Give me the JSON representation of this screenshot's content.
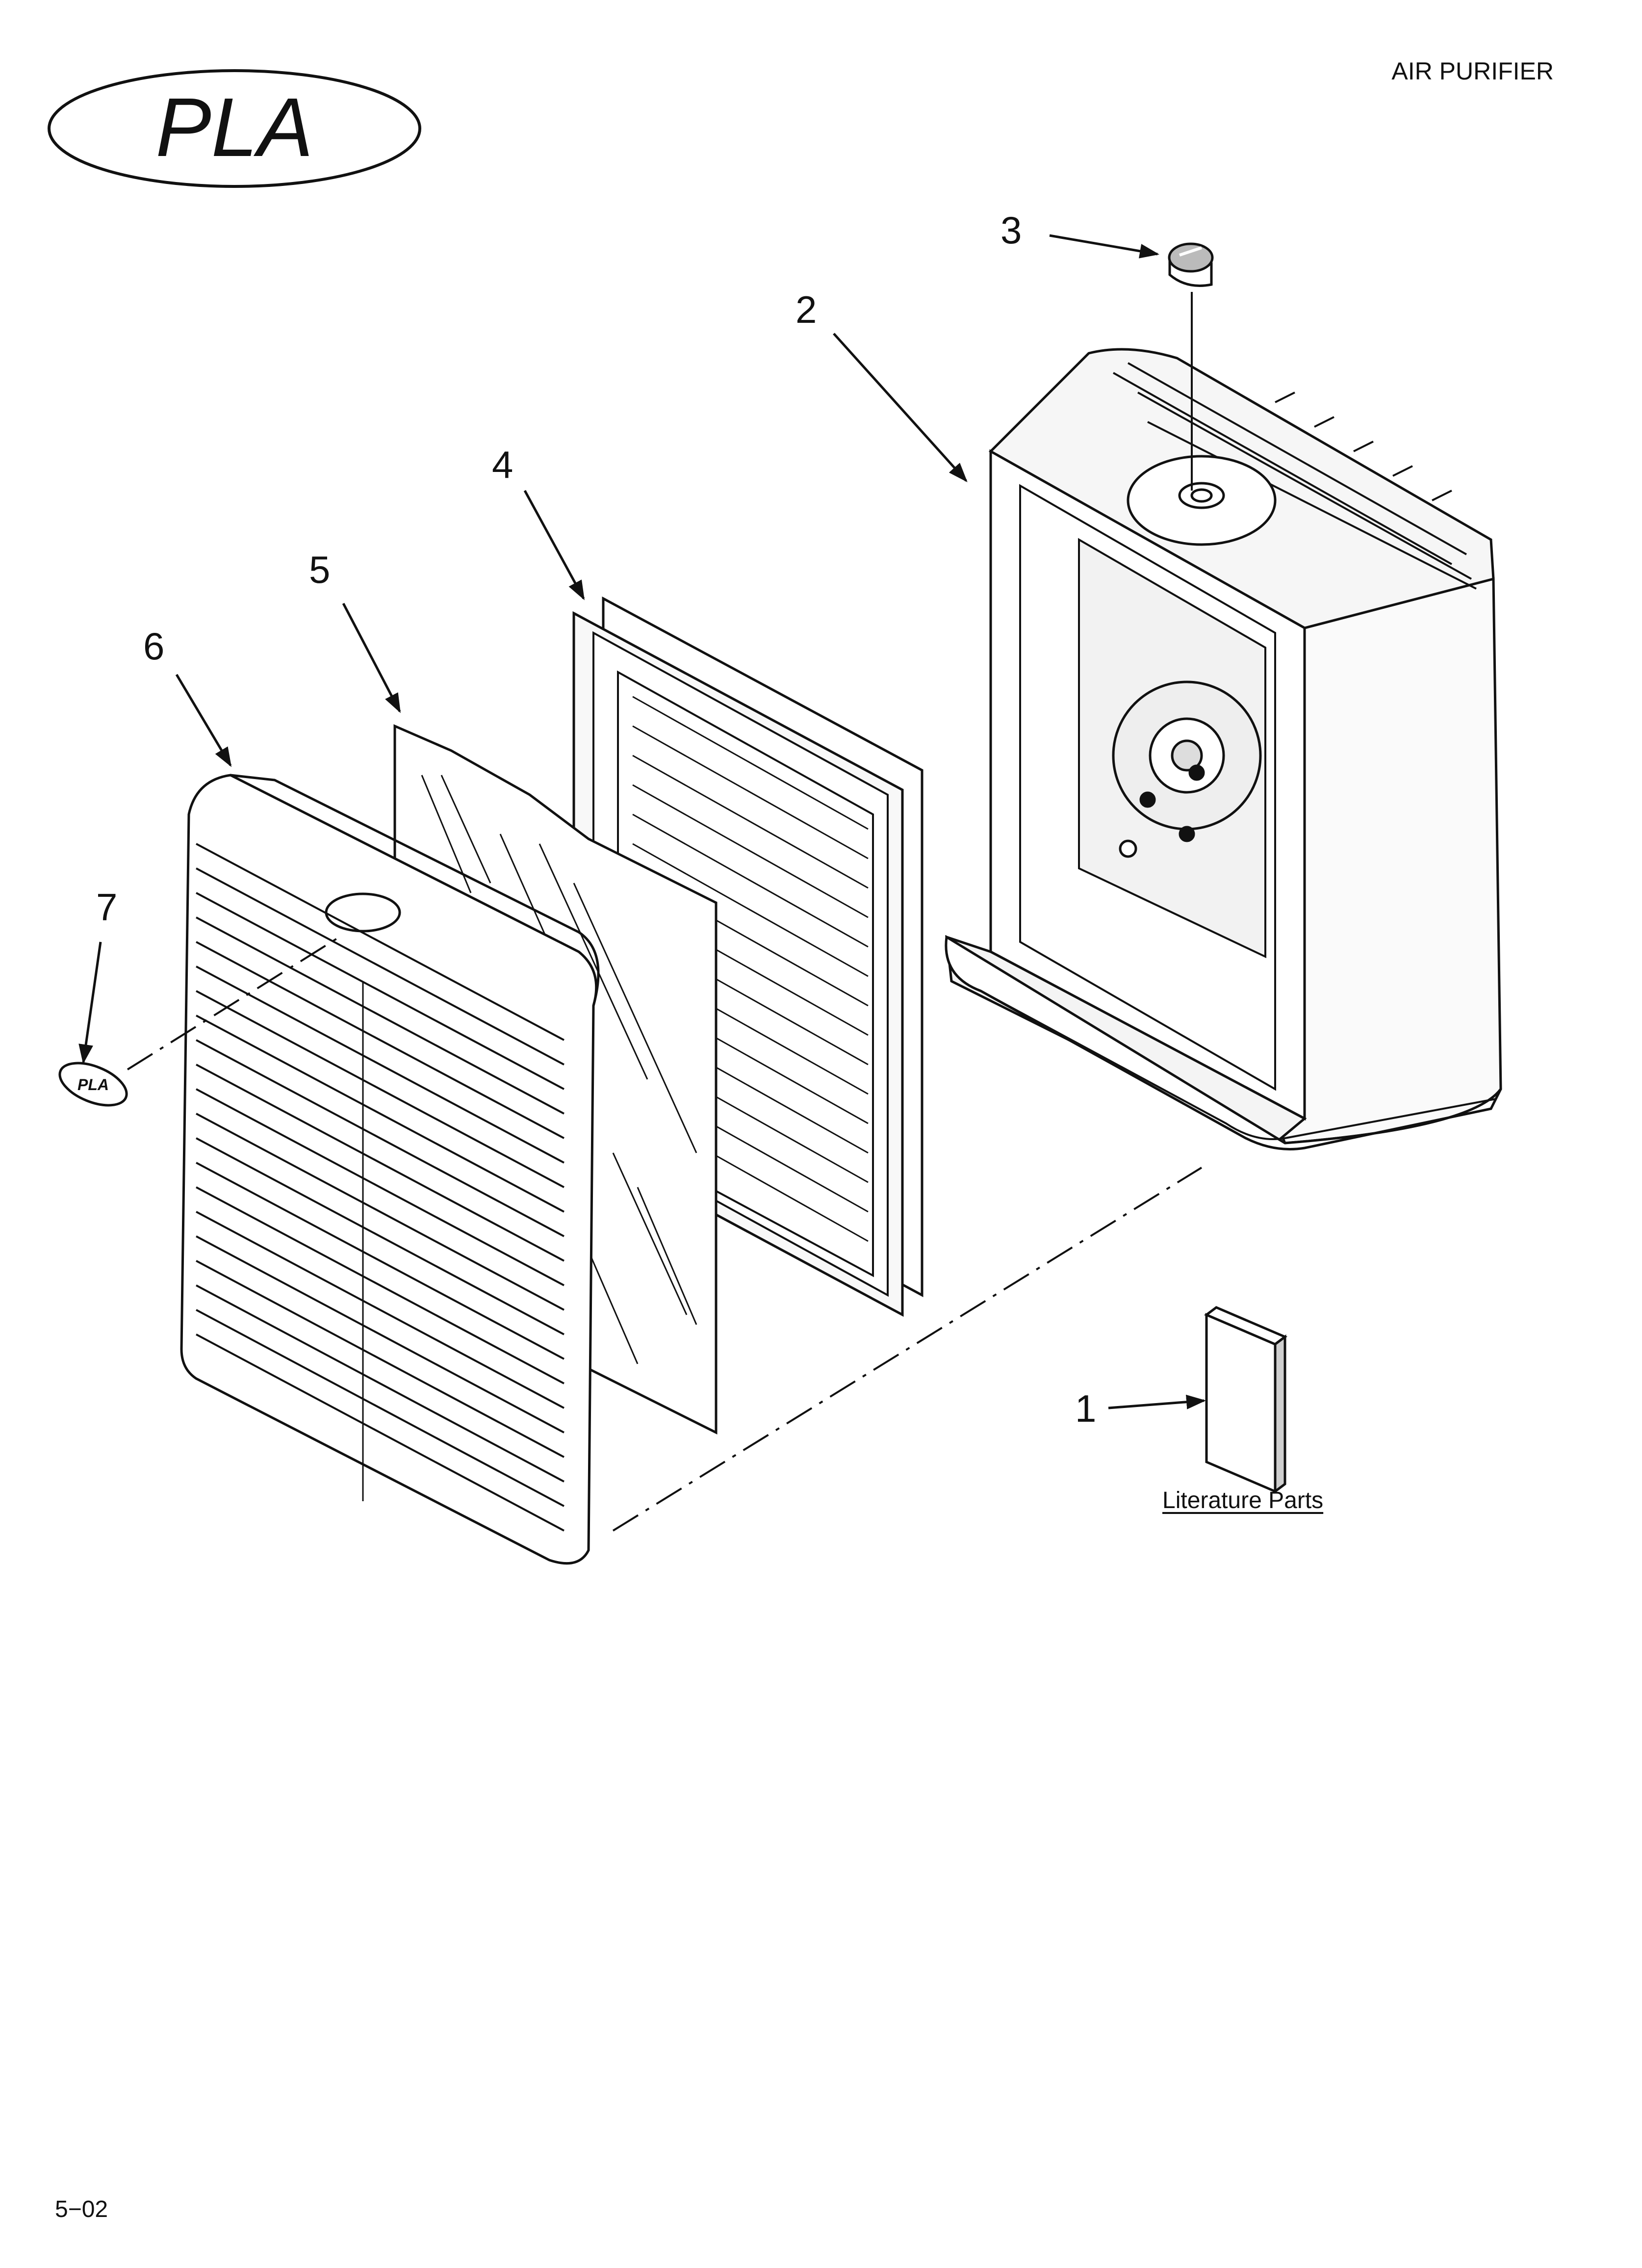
{
  "header": {
    "title": "AIR PURIFIER",
    "brand_logo_text": "PLA"
  },
  "callouts": [
    {
      "id": "1",
      "part": "literature"
    },
    {
      "id": "2",
      "part": "housing"
    },
    {
      "id": "3",
      "part": "control-knob"
    },
    {
      "id": "4",
      "part": "filter-frame"
    },
    {
      "id": "5",
      "part": "pre-filter-sheet"
    },
    {
      "id": "6",
      "part": "front-grille"
    },
    {
      "id": "7",
      "part": "badge"
    }
  ],
  "literature_label": "Literature Parts",
  "footer": {
    "page_code": "5−02"
  },
  "colors": {
    "ink": "#111111",
    "paper": "#ffffff",
    "shade": "#e6e6e6"
  }
}
